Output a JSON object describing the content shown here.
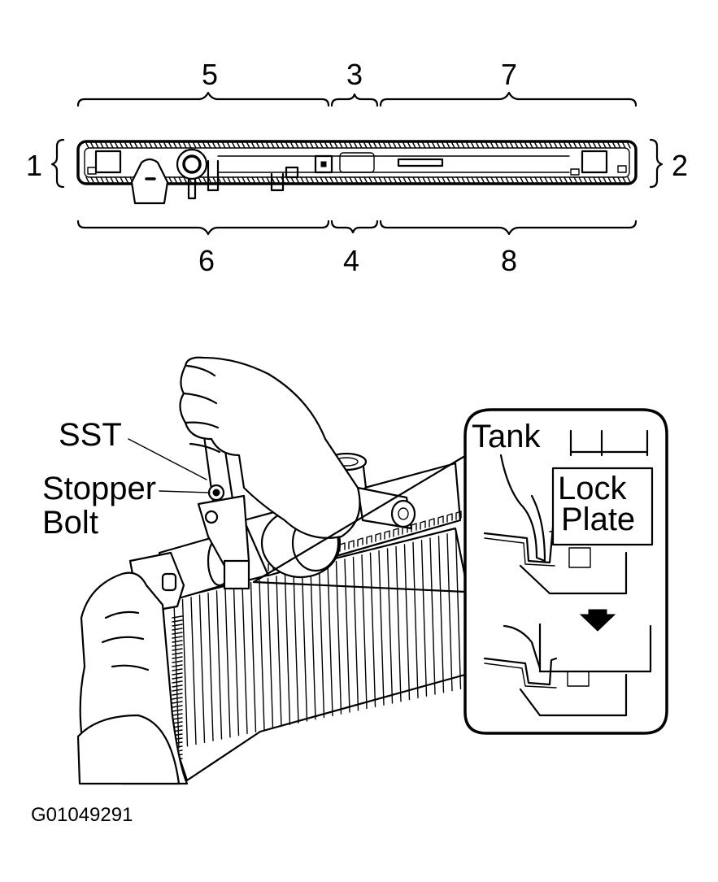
{
  "section_numbers": {
    "n1": "1",
    "n2": "2",
    "n3": "3",
    "n4": "4",
    "n5": "5",
    "n6": "6",
    "n7": "7",
    "n8": "8"
  },
  "callouts": {
    "sst": "SST",
    "stopper_line1": "Stopper",
    "stopper_line2": "Bolt",
    "tank": "Tank",
    "lock_line1": "Lock",
    "lock_line2": "Plate"
  },
  "figure_code": "G01049291"
}
